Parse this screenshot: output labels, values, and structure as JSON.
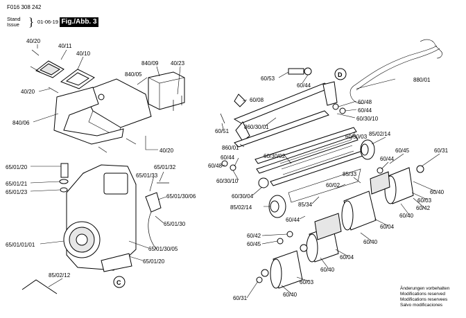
{
  "header": {
    "doc_number": "F016 308 242",
    "stand_label": "Stand",
    "issue_label": "Issue",
    "date": "01-06-19",
    "figure_label": "Fig./Abb. 3"
  },
  "notice": {
    "de": "Änderungen vorbehalten",
    "en": "Modifications reserved",
    "fr": "Modifications reservees",
    "es": "Salvo modificaciones"
  },
  "callouts": {
    "c": "C",
    "d": "D"
  },
  "parts": {
    "p_40_20_a": "40/20",
    "p_40_11": "40/11",
    "p_40_10": "40/10",
    "p_840_09": "840/09",
    "p_40_23": "40/23",
    "p_840_05": "840/05",
    "p_40_20_b": "40/20",
    "p_840_06": "840/06",
    "p_40_20_c": "40/20",
    "p_65_01_20_a": "65/01/20",
    "p_65_01_21": "65/01/21",
    "p_65_01_23": "65/01/23",
    "p_65_01_32": "65/01/32",
    "p_65_01_33": "65/01/33",
    "p_65_01_30_06": "65/01/30/06",
    "p_65_01_30": "65/01/30",
    "p_65_01_01_01": "65/01/01/01",
    "p_65_01_30_05": "65/01/30/05",
    "p_65_01_20_b": "65/01/20",
    "p_85_02_12": "85/02/12",
    "p_60_53": "60/53",
    "p_60_44_a": "60/44",
    "p_880_01": "880/01",
    "p_60_08": "60/08",
    "p_60_48_a": "60/48",
    "p_60_44_b": "60/44",
    "p_60_30_10_a": "60/30/10",
    "p_860_30_01": "860/30/01",
    "p_60_51": "60/51",
    "p_860_01": "860/01",
    "p_60_30_03": "60/30/03",
    "p_85_02_14_a": "85/02/14",
    "p_60_30_02": "60/30/02",
    "p_60_44_c": "60/44",
    "p_60_48_b": "60/48",
    "p_60_30_10_b": "60/30/10",
    "p_60_45_a": "60/45",
    "p_60_31_a": "60/31",
    "p_60_44_d": "60/44",
    "p_85_33": "85/33",
    "p_60_30_04": "60/30/04",
    "p_60_02": "60/02",
    "p_60_40_a": "60/40",
    "p_60_03_a": "60/03",
    "p_85_34": "85/34",
    "p_85_02_14_b": "85/02/14",
    "p_60_42_a": "60/42",
    "p_60_44_e": "60/44",
    "p_60_40_b": "60/40",
    "p_60_04_a": "60/04",
    "p_60_42_b": "60/42",
    "p_60_45_b": "60/45",
    "p_60_40_c": "60/40",
    "p_60_04_b": "60/04",
    "p_60_40_d": "60/40",
    "p_60_03_b": "60/03",
    "p_60_31_b": "60/31",
    "p_60_40_e": "60/40"
  }
}
